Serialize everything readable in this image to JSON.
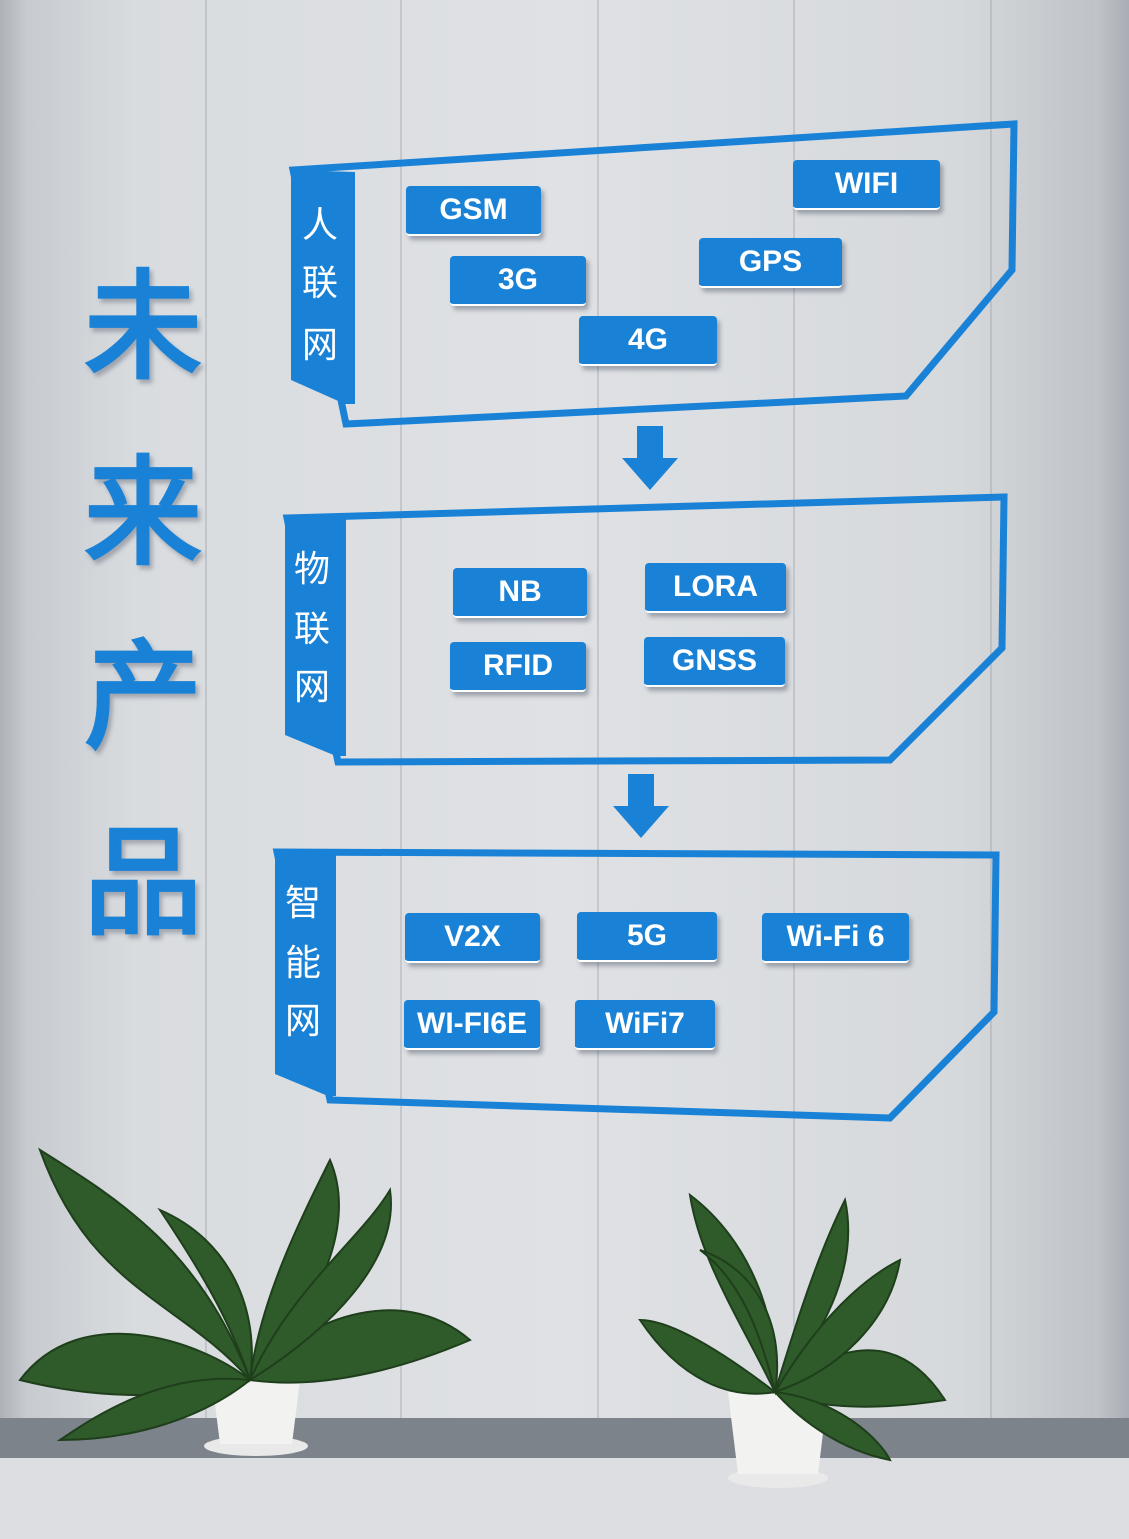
{
  "title_chars": [
    "未",
    "来",
    "产",
    "品"
  ],
  "sections": [
    {
      "side_label": [
        "人",
        "联",
        "网"
      ],
      "tags": [
        "GSM",
        "WIFI",
        "3G",
        "GPS",
        "4G"
      ]
    },
    {
      "side_label": [
        "物",
        "联",
        "网"
      ],
      "tags": [
        "NB",
        "LORA",
        "RFID",
        "GNSS"
      ]
    },
    {
      "side_label": [
        "智",
        "能",
        "网"
      ],
      "tags": [
        "V2X",
        "5G",
        "Wi-Fi 6",
        "WI-FI6E",
        "WiFi7"
      ]
    }
  ],
  "colors": {
    "accent": "#1a82d6",
    "wall": "#dcdfe2",
    "leaf": "#2f5a2a"
  },
  "icons": [
    "down-arrow-icon",
    "down-arrow-icon"
  ]
}
